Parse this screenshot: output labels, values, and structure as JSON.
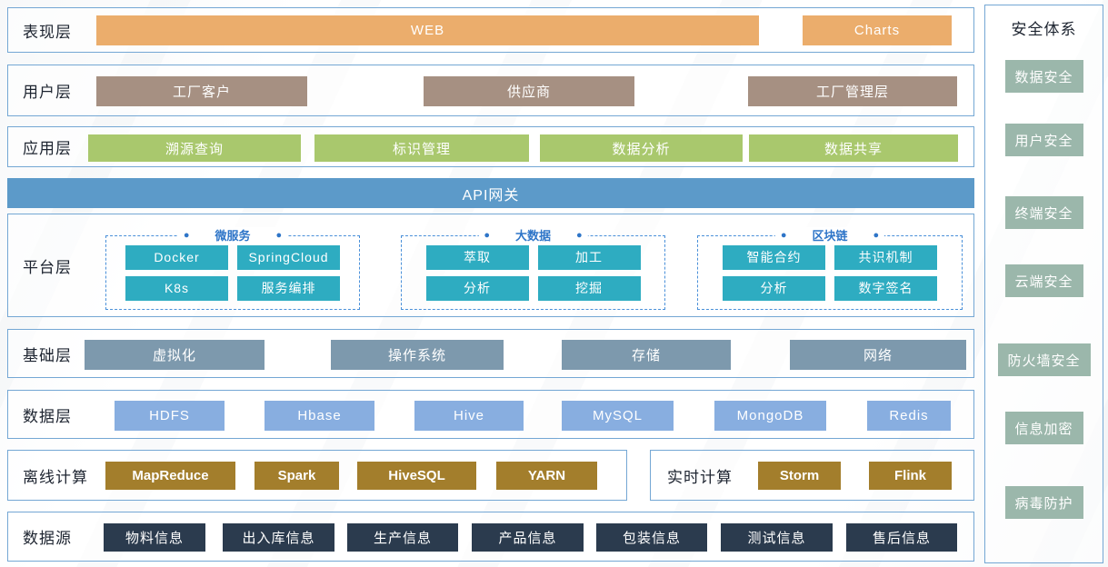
{
  "icons": {
    "bullet_dot": "●"
  },
  "colors": {
    "presentation_box": "#ebad6c",
    "user_box": "#a69082",
    "application_box": "#a9c86d",
    "api_gateway_bar": "#5c9ac9",
    "platform_box": "#2eacc1",
    "infrastructure_box": "#7d99ad",
    "data_box": "#88aee0",
    "compute_box": "#a37e2c",
    "datasource_box": "#2b3b4e",
    "security_box": "#9bb7ab",
    "row_border": "#74a7d4",
    "group_dashed_border": "#4a90d9",
    "group_label_text": "#2e75c8"
  },
  "layers": {
    "presentation": {
      "label": "表现层",
      "items": [
        "WEB",
        "Charts"
      ]
    },
    "user": {
      "label": "用户层",
      "items": [
        "工厂客户",
        "供应商",
        "工厂管理层"
      ]
    },
    "application": {
      "label": "应用层",
      "items": [
        "溯源查询",
        "标识管理",
        "数据分析",
        "数据共享"
      ]
    },
    "gateway": {
      "label": "API网关"
    },
    "platform": {
      "label": "平台层",
      "groups": [
        {
          "title": "微服务",
          "items": [
            "Docker",
            "SpringCloud",
            "K8s",
            "服务编排"
          ]
        },
        {
          "title": "大数据",
          "items": [
            "萃取",
            "加工",
            "分析",
            "挖掘"
          ]
        },
        {
          "title": "区块链",
          "items": [
            "智能合约",
            "共识机制",
            "分析",
            "数字签名"
          ]
        }
      ]
    },
    "infrastructure": {
      "label": "基础层",
      "items": [
        "虚拟化",
        "操作系统",
        "存储",
        "网络"
      ]
    },
    "data": {
      "label": "数据层",
      "items": [
        "HDFS",
        "Hbase",
        "Hive",
        "MySQL",
        "MongoDB",
        "Redis"
      ]
    },
    "offline": {
      "label": "离线计算",
      "items": [
        "MapReduce",
        "Spark",
        "HiveSQL",
        "YARN"
      ]
    },
    "realtime": {
      "label": "实时计算",
      "items": [
        "Storm",
        "Flink"
      ]
    },
    "datasource": {
      "label": "数据源",
      "items": [
        "物料信息",
        "出入库信息",
        "生产信息",
        "产品信息",
        "包装信息",
        "测试信息",
        "售后信息"
      ]
    }
  },
  "security": {
    "title": "安全体系",
    "items": [
      "数据安全",
      "用户安全",
      "终端安全",
      "云端安全",
      "防火墙安全",
      "信息加密",
      "病毒防护"
    ]
  }
}
